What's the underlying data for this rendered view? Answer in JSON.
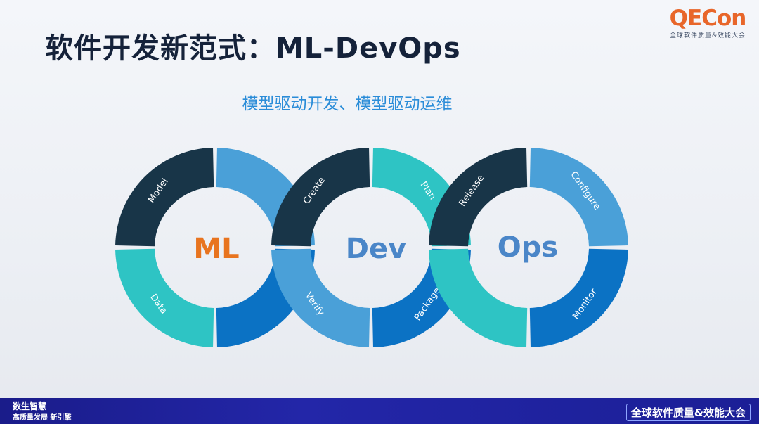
{
  "slide": {
    "title": "软件开发新范式：ML-DevOps",
    "subtitle": "模型驱动开发、模型驱动运维"
  },
  "logo": {
    "main": "QECon",
    "sub": "全球软件质量&效能大会",
    "color": "#e8662a"
  },
  "colors": {
    "dark": "#183548",
    "blue_light": "#4aa0d8",
    "blue_mid": "#0b72c4",
    "teal": "#2ec4c4",
    "ml_label": "#e8741f",
    "dev_label": "#4a86c8",
    "ops_label": "#4a86c8"
  },
  "diagram": {
    "rings": [
      {
        "key": "ml",
        "center_label": "ML",
        "segments": [
          {
            "label": "Model",
            "color_role": "dark"
          },
          {
            "label": "",
            "color_role": "blue_light"
          },
          {
            "label": "",
            "color_role": "blue_mid"
          },
          {
            "label": "Data",
            "color_role": "teal"
          }
        ]
      },
      {
        "key": "dev",
        "center_label": "Dev",
        "segments": [
          {
            "label": "Create",
            "color_role": "dark"
          },
          {
            "label": "Plan",
            "color_role": "teal"
          },
          {
            "label": "Package",
            "color_role": "blue_mid"
          },
          {
            "label": "Verify",
            "color_role": "blue_light"
          }
        ]
      },
      {
        "key": "ops",
        "center_label": "Ops",
        "segments": [
          {
            "label": "Release",
            "color_role": "dark"
          },
          {
            "label": "Configure",
            "color_role": "blue_light"
          },
          {
            "label": "Monitor",
            "color_role": "blue_mid"
          },
          {
            "label": "",
            "color_role": "teal"
          }
        ]
      }
    ]
  },
  "footer": {
    "left_line1": "数生智慧",
    "left_line2": "高质量发展 新引擎",
    "right": "全球软件质量&效能大会"
  }
}
